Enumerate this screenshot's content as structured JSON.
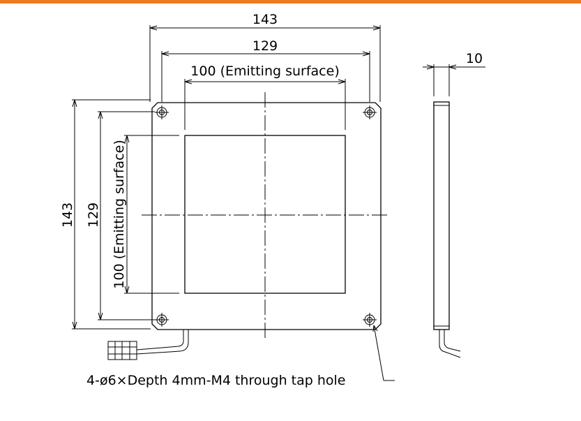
{
  "colors": {
    "accent_bar": "#f07820",
    "line": "#000000",
    "background": "#ffffff"
  },
  "dimensions": {
    "width_overall": "143",
    "width_holes": "129",
    "width_emitting": "100 (Emitting surface)",
    "height_overall": "143",
    "height_holes": "129",
    "height_emitting": "100 (Emitting surface)",
    "thickness": "10"
  },
  "notes": {
    "hole_callout": "4-ø6×Depth 4mm-M4 through tap hole"
  }
}
